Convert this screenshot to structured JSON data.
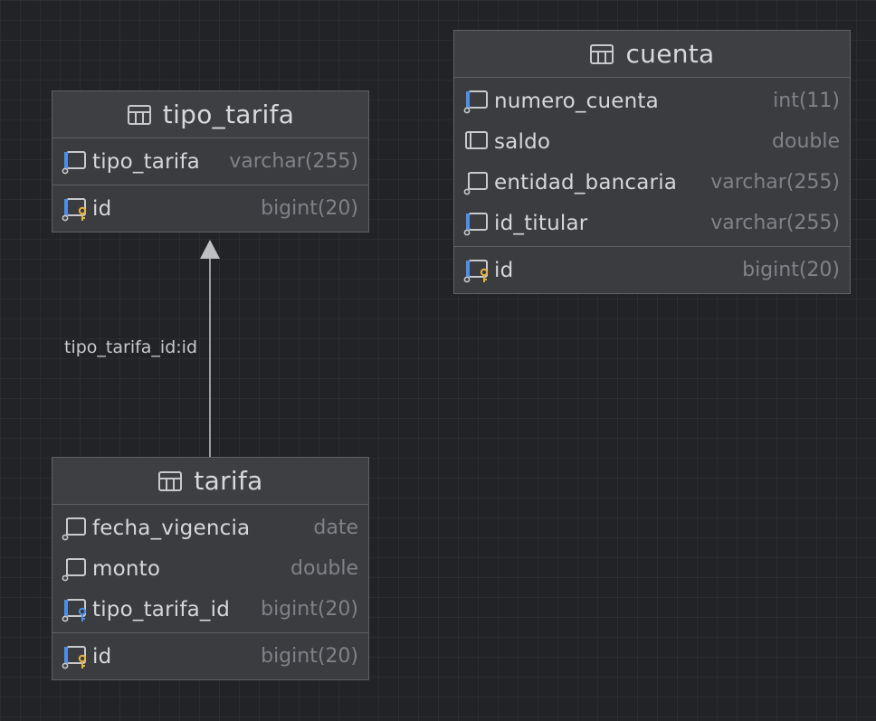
{
  "tables": {
    "cuenta": {
      "title": "cuenta",
      "columns": [
        {
          "name": "numero_cuenta",
          "type": "int(11)",
          "icon": "column-notnull-icon"
        },
        {
          "name": "saldo",
          "type": "double",
          "icon": "column-icon"
        },
        {
          "name": "entidad_bancaria",
          "type": "varchar(255)",
          "icon": "column-nullable-icon"
        },
        {
          "name": "id_titular",
          "type": "varchar(255)",
          "icon": "column-notnull-icon"
        }
      ],
      "pk": {
        "name": "id",
        "type": "bigint(20)",
        "icon": "primary-key-icon"
      }
    },
    "tipo_tarifa": {
      "title": "tipo_tarifa",
      "columns": [
        {
          "name": "tipo_tarifa",
          "type": "varchar(255)",
          "icon": "column-notnull-icon"
        }
      ],
      "pk": {
        "name": "id",
        "type": "bigint(20)",
        "icon": "primary-key-icon"
      }
    },
    "tarifa": {
      "title": "tarifa",
      "columns": [
        {
          "name": "fecha_vigencia",
          "type": "date",
          "icon": "column-nullable-icon"
        },
        {
          "name": "monto",
          "type": "double",
          "icon": "column-nullable-icon"
        },
        {
          "name": "tipo_tarifa_id",
          "type": "bigint(20)",
          "icon": "foreign-key-icon"
        }
      ],
      "pk": {
        "name": "id",
        "type": "bigint(20)",
        "icon": "primary-key-icon"
      }
    }
  },
  "relations": [
    {
      "label": "tipo_tarifa_id:id",
      "from": "tarifa",
      "to": "tipo_tarifa"
    }
  ],
  "colors": {
    "accent_blue": "#4f8ee8",
    "key_yellow": "#e3b341"
  }
}
